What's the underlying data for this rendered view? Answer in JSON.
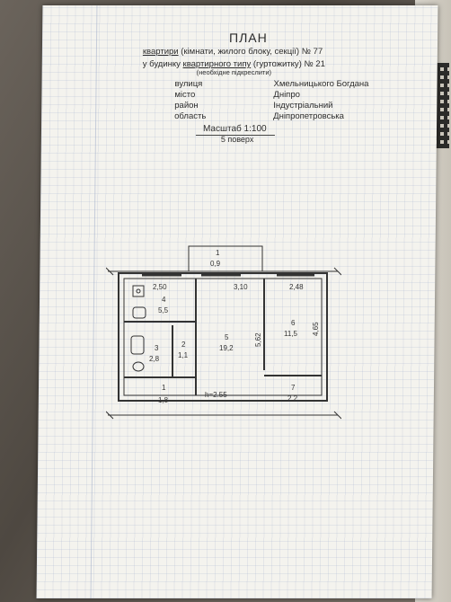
{
  "document": {
    "title": "ПЛАН",
    "subtitle_line1": {
      "underlined": "квартири",
      "rest": " (кімнати, жилого блоку, секції)  № 77"
    },
    "subtitle_line2": {
      "prefix": "у будинку ",
      "underlined": "квартирного типу",
      "rest": " (гуртожитку) № 21"
    },
    "hint": "(необхідне підкреслити)",
    "address": [
      {
        "label": "вулиця",
        "value": "Хмельницького Богдана"
      },
      {
        "label": "місто",
        "value": "Дніпро"
      },
      {
        "label": "район",
        "value": "Індустріальний"
      },
      {
        "label": "область",
        "value": "Дніпропетровська"
      }
    ],
    "scale": "Масштаб 1:100",
    "floor": "5 поверх"
  },
  "plan": {
    "balcony": {
      "num": "1",
      "area": "0,9"
    },
    "dims": {
      "kitchen_width": "2,50",
      "living_width": "3,10",
      "bedroom_width": "2,48",
      "living_depth": "5,62",
      "bedroom_depth": "4,65"
    },
    "rooms": [
      {
        "num": "4",
        "area": "5,5"
      },
      {
        "num": "3",
        "area": "2,8"
      },
      {
        "num": "2",
        "area": "1,1"
      },
      {
        "num": "1",
        "area": "1,8"
      },
      {
        "num": "5",
        "area": "19,2"
      },
      {
        "num": "6",
        "area": "11,5"
      },
      {
        "num": "7",
        "area": "2,2"
      }
    ],
    "ceiling_height": "h=2.55"
  }
}
